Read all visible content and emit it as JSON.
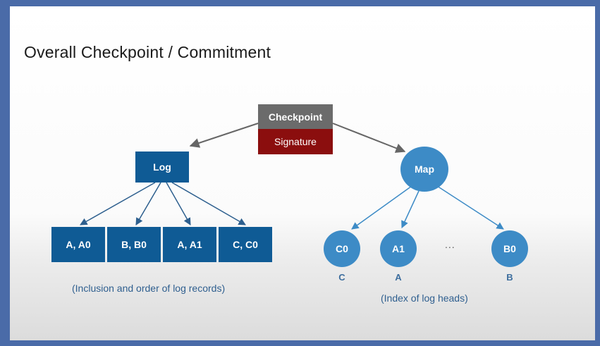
{
  "title": "Overall Checkpoint / Commitment",
  "checkpoint": {
    "label": "Checkpoint",
    "signature_label": "Signature"
  },
  "log": {
    "label": "Log",
    "records": [
      "A, A0",
      "B, B0",
      "A, A1",
      "C, C0"
    ],
    "caption": "(Inclusion and order of log records)"
  },
  "map": {
    "label": "Map",
    "leaves": [
      "C0",
      "A1",
      "B0"
    ],
    "ellipsis": "...",
    "keys": [
      "C",
      "A",
      "B"
    ],
    "caption": "(Index of log heads)"
  },
  "colors": {
    "checkpoint": "#6b6b6b",
    "signature": "#8b0e0e",
    "log_blue": "#0f5b95",
    "map_blue": "#3d8bc6",
    "caption_blue": "#2f5f8f"
  }
}
